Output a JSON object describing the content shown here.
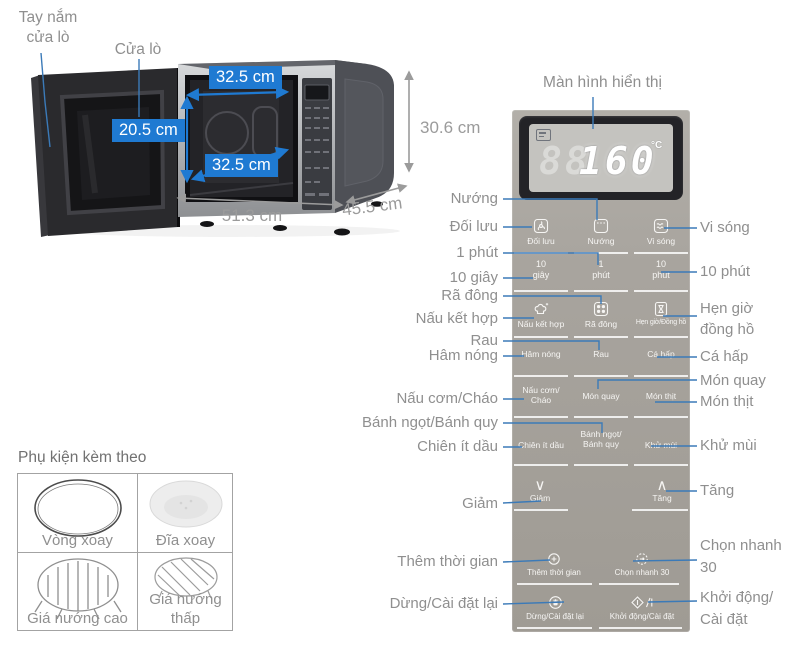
{
  "colors": {
    "accent_blue": "#1f7ad2",
    "callout_line_blue": "#3b7ab8",
    "label_gray": "#8f8f8f",
    "panel_background": "#a8a49e",
    "panel_text": "#f6f5f3"
  },
  "oven": {
    "labels": {
      "handle": "Tay nắm\ncửa lò",
      "door": "Cửa lò"
    },
    "dims": {
      "inner_top": "32.5 cm",
      "inner_left": "20.5 cm",
      "inner_bottom": "32.5 cm",
      "height": "30.6 cm",
      "width": "51.3 cm",
      "depth": "45.5 cm"
    }
  },
  "display": {
    "label": "Màn hình hiển thị",
    "ghost": "88",
    "value": "160",
    "unit": "°C"
  },
  "panel": {
    "r1c1": "Đối lưu",
    "r1c2": "Nướng",
    "r1c3": "Vi sóng",
    "r2c1": "10\ngiây",
    "r2c2": "1\nphút",
    "r2c3": "10\nphút",
    "r3c1": "Nấu kết hợp",
    "r3c2": "Rã đông",
    "r3c3": "Hẹn giờ/Đồng hồ",
    "r4c1": "Hâm nóng",
    "r4c2": "Rau",
    "r4c3": "Cá hấp",
    "r5c1": "Nấu cơm/\nCháo",
    "r5c2": "Món quay",
    "r5c3": "Món thịt",
    "r6c1": "Chiên ít dầu",
    "r6c2": "Bánh ngọt/\nBánh quy",
    "r6c3": "Khử mùi",
    "r7_left_glyph": "∨",
    "r7_left": "Giảm",
    "r7_right_glyph": "∧",
    "r7_right": "Tăng",
    "r8_left": "Thêm thời gian",
    "r8_right": "Chọn nhanh 30",
    "r9_left": "Dừng/Cài đặt lại",
    "r9_right": "Khởi động/Cài đặt"
  },
  "callouts_left": [
    "Nướng",
    "Đối lưu",
    "1 phút",
    "10 giây",
    "Rã đông",
    "Nấu kết hợp",
    "Rau",
    "Hâm nóng",
    "Nấu cơm/Cháo",
    "Bánh ngọt/Bánh quy",
    "Chiên ít dầu",
    "Giảm",
    "Thêm thời gian",
    "Dừng/Cài đặt lại"
  ],
  "callouts_right": [
    "Vi sóng",
    "10 phút",
    "Hẹn giờ\nđồng hồ",
    "Cá hấp",
    "Món quay",
    "Món thịt",
    "Khử mùi",
    "Tăng",
    "Chọn nhanh\n30",
    "Khởi động/\nCài đặt"
  ],
  "accessories": {
    "title": "Phụ kiện kèm theo",
    "items": [
      "Vòng xoay",
      "Đĩa xoay",
      "Giá nướng cao",
      "Giá nướng\nthấp"
    ]
  }
}
